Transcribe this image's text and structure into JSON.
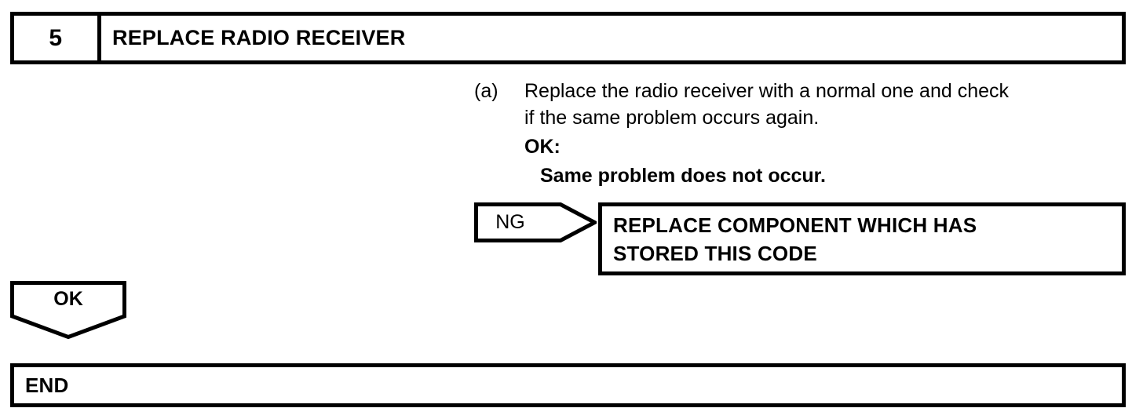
{
  "page": {
    "kind": "troubleshooting-flowchart-step",
    "background_color": "#ffffff",
    "line_color": "#000000"
  },
  "step_header": {
    "number": "5",
    "title": "REPLACE RADIO RECEIVER"
  },
  "instruction": {
    "marker": "(a)",
    "text_line_1": "Replace the radio receiver with a normal one and check",
    "text_line_2": "if the same problem occurs again.",
    "criterion_label": "OK:",
    "criterion_value": "Same problem does not occur."
  },
  "ng_branch": {
    "connector_label": "NG",
    "result_line_1": "REPLACE COMPONENT WHICH HAS",
    "result_line_2": "STORED THIS CODE"
  },
  "ok_branch": {
    "connector_label": "OK"
  },
  "end_box": {
    "label": "END"
  }
}
